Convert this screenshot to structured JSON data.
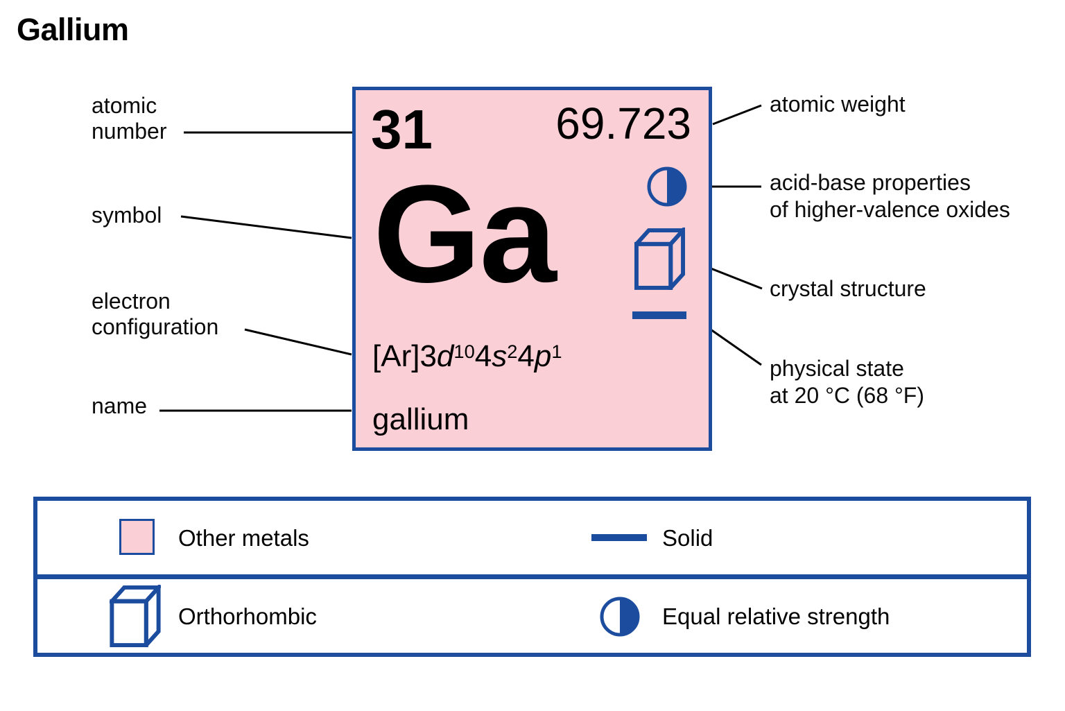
{
  "title": "Gallium",
  "colors": {
    "blue": "#1C4C9E",
    "pink": "#FBCFD6",
    "leader_line": "#000000"
  },
  "labels_left": {
    "atomic_number": {
      "line1": "atomic",
      "line2": "number"
    },
    "symbol": "symbol",
    "electron_configuration": {
      "line1": "electron",
      "line2": "configuration"
    },
    "name": "name"
  },
  "labels_right": {
    "atomic_weight": "atomic weight",
    "acid_base": {
      "line1": "acid-base properties",
      "line2": "of higher-valence oxides"
    },
    "crystal_structure": "crystal structure",
    "physical_state": {
      "line1": "physical state",
      "line2": "at 20 °C (68 °F)"
    }
  },
  "card": {
    "atomic_number": "31",
    "atomic_weight": "69.723",
    "symbol": "Ga",
    "name": "gallium",
    "electron_configuration": {
      "text": "[Ar]3d104s24p1",
      "segments": [
        {
          "t": "[Ar]3"
        },
        {
          "t": "d",
          "style": "italic"
        },
        {
          "t": "10",
          "style": "sup"
        },
        {
          "t": "4"
        },
        {
          "t": "s",
          "style": "italic"
        },
        {
          "t": "2",
          "style": "sup"
        },
        {
          "t": "4"
        },
        {
          "t": "p",
          "style": "italic"
        },
        {
          "t": "1",
          "style": "sup"
        }
      ]
    },
    "icons": {
      "acid_base": "half-filled-circle",
      "crystal_structure": "orthorhombic-cube",
      "physical_state": "solid-dash"
    }
  },
  "legend": {
    "rows": [
      {
        "left": {
          "icon": "element-color-swatch",
          "label": "Other metals"
        },
        "right": {
          "icon": "solid-dash",
          "label": "Solid"
        }
      },
      {
        "left": {
          "icon": "orthorhombic-cube",
          "label": "Orthorhombic"
        },
        "right": {
          "icon": "half-filled-circle",
          "label": "Equal relative strength"
        }
      }
    ]
  }
}
